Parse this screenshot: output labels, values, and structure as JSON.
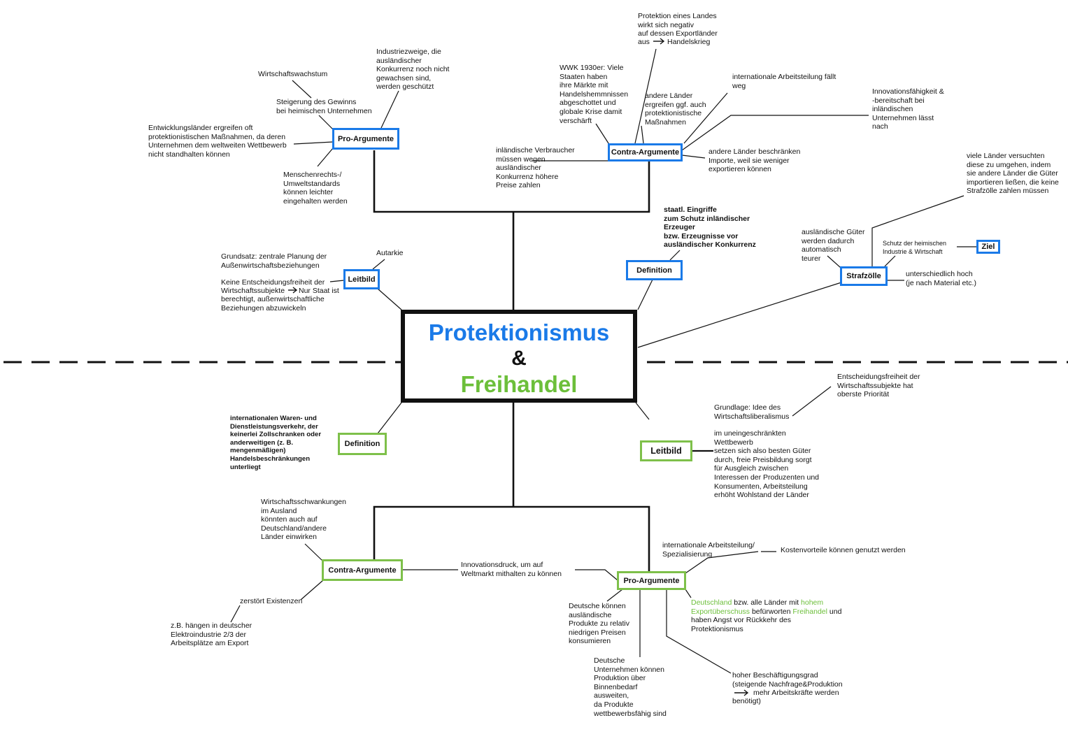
{
  "center": {
    "title": "Protektionismus",
    "amp": "&",
    "subtitle": "Freihandel"
  },
  "protektionismus": {
    "pro_box": "Pro-Argumente",
    "pro": {
      "wachstum": "Wirtschaftswachstum",
      "gewinn": "Steigerung des Gewinns\nbei heimischen Unternehmen",
      "industrie": "Industriezweige, die\nausländischer\nKonkurrenz noch nicht\ngewachsen sind,\nwerden geschützt",
      "entwicklung": "Entwicklungsländer ergreifen oft\nprotektionistischen Maßnahmen, da deren\nUnternehmen dem weltweiten Wettbewerb\nnicht standhalten können",
      "menschenrechte": "Menschenrechts-/\nUmweltstandards\nkönnen leichter\neingehalten werden"
    },
    "contra_box": "Contra-Argumente",
    "contra": {
      "handelskrieg_1": "Protektion eines Landes\nwirkt sich negativ\nauf dessen Exportländer",
      "handelskrieg_aus": "aus",
      "handelskrieg_2": "Handelskrieg",
      "wwk": "WWK 1930er: Viele\nStaaten haben\nihre Märkte mit\nHandelshemmnissen\nabgeschottet und\nglobale Krise damit\nverschärft",
      "andere": "andere Länder\nergreifen ggf. auch\nprotektionistische\nMaßnahmen",
      "arbeitsteilung": "internationale Arbeitsteilung fällt\nweg",
      "innovation": "Innovationsfähigkeit &\n-bereitschaft bei\ninländischen\nUnternehmen lässt\nnach",
      "verbraucher": "inländische Verbraucher\nmüssen wegen\nausländischer\nKonkurrenz höhere\nPreise zahlen",
      "importe": "andere Länder beschränken\nImporte, weil sie weniger\nexportieren können"
    },
    "leitbild_box": "Leitbild",
    "leitbild": {
      "autarkie": "Autarkie",
      "grundsatz": "Grundsatz: zentrale Planung der\nAußenwirtschaftsbeziehungen",
      "keine_1": "Keine Entscheidungsfreiheit der",
      "keine_2a": "Wirtschaftssubjekte",
      "keine_2b": "Nur Staat ist",
      "keine_3": "berechtigt, außenwirtschaftliche\nBeziehungen abzuwickeln"
    },
    "definition_box": "Definition",
    "definition": "staatl. Eingriffe\nzum Schutz inländischer\nErzeuger\n bzw. Erzeugnisse vor\nausländischer Konkurrenz",
    "strafzoelle_box": "Strafzölle",
    "strafzoelle": {
      "teurer": "ausländische Güter\nwerden dadurch\nautomatisch\nteurer",
      "umgehen": "viele Länder versuchten\ndiese zu umgehen, indem\nsie andere Länder die Güter\nimportieren ließen, die keine\nStrafzölle zahlen müssen",
      "schutz": "Schutz der heimischen\nIndustrie & Wirtschaft",
      "ziel_box": "Ziel",
      "hoch": "unterschiedlich hoch\n(je nach Material etc.)"
    }
  },
  "freihandel": {
    "definition_box": "Definition",
    "definition": "internationalen Waren- und\nDienstleistungsverkehr, der\nkeinerlei Zollschranken oder\nanderweitigen (z. B.\nmengenmäßigen)\nHandelsbeschränkungen\nunterliegt",
    "leitbild_box": "Leitbild",
    "leitbild": {
      "entscheidung": "Entscheidungsfreiheit der\nWirtschaftssubjekte hat\noberste Priorität",
      "grundlage": "Grundlage: Idee des\nWirtschaftsliberalismus",
      "wettbewerb": "im uneingeschränkten\nWettbewerb\nsetzen sich also besten Güter\ndurch, freie Preisbildung sorgt\nfür Ausgleich zwischen\nInteressen der Produzenten und\nKonsumenten, Arbeitsteilung\nerhöht Wohlstand der Länder"
    },
    "contra_box": "Contra-Argumente",
    "contra": {
      "schwankungen": "Wirtschaftsschwankungen\nim Ausland\nkönnten auch auf\nDeutschland/andere\nLänder einwirken",
      "existenzen": "zerstört Existenzen",
      "elektro": "z.B. hängen in deutscher\nElektroindustrie 2/3 der\nArbeitsplätze am Export"
    },
    "innovationsdruck": "Innovationsdruck, um auf\nWeltmarkt mithalten zu können",
    "pro_box": "Pro-Argumente",
    "pro": {
      "spezialisierung": "internationale Arbeitsteilung/\nSpezialisierung",
      "kosten": "Kostenvorteile können genutzt werden",
      "d1_green": "Deutschland",
      "d1_black": " bzw. alle Länder mit ",
      "d1_green2": "hohem",
      "d2_green": "Exportüberschuss",
      "d2_black": " befürworten ",
      "d2_green2": "Freihandel",
      "d2_black2": " und",
      "d3": "haben Angst vor Rückkehr des\nProtektionismus",
      "konsumieren": "Deutsche können\nausländische\nProdukte zu relativ\nniedrigen Preisen\nkonsumieren",
      "binnenbedarf": "Deutsche\nUnternehmen können\nProduktion über\nBinnenbedarf\nausweiten,\nda Produkte\nwettbewerbsfähig sind",
      "beschaeftigung_1": "hoher Beschäftigungsgrad\n(steigende Nachfrage&Produktion",
      "beschaeftigung_2": "mehr Arbeitskräfte werden",
      "beschaeftigung_3": "benötigt)"
    }
  },
  "colors": {
    "protektionismus": "#1a7ae8",
    "freihandel": "#6cbf3a",
    "lines": "#111111"
  }
}
